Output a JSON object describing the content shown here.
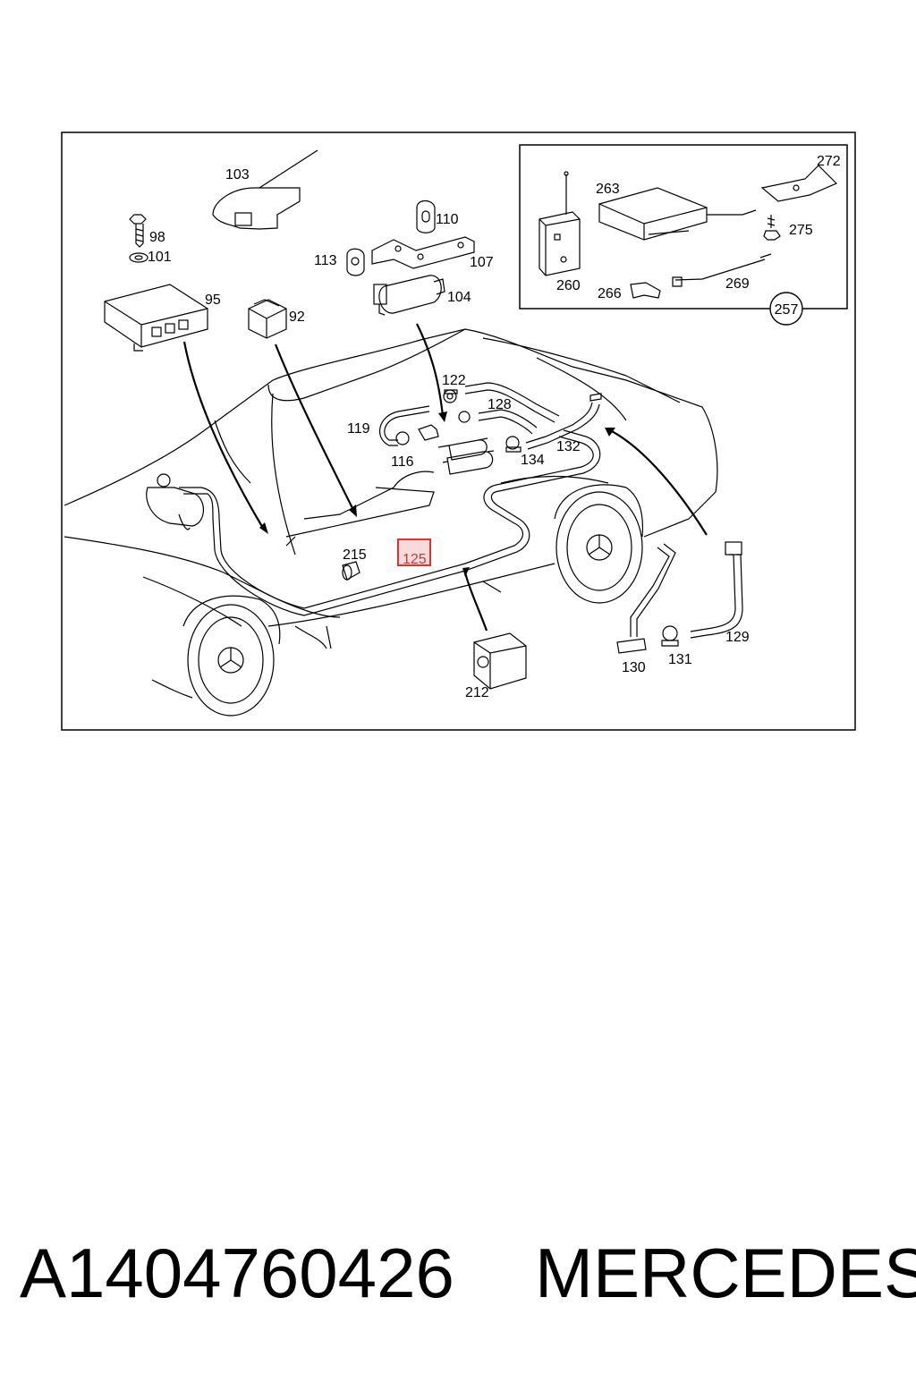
{
  "diagram": {
    "labels": {
      "p103": "103",
      "p98": "98",
      "p101": "101",
      "p95": "95",
      "p92": "92",
      "p113": "113",
      "p110": "110",
      "p107": "107",
      "p104": "104",
      "p122": "122",
      "p119": "119",
      "p128": "128",
      "p116": "116",
      "p132": "132",
      "p134": "134",
      "p215": "215",
      "p125": "125",
      "p212": "212",
      "p129": "129",
      "p130": "130",
      "p131": "131",
      "p263": "263",
      "p272": "272",
      "p275": "275",
      "p260": "260",
      "p266": "266",
      "p269": "269",
      "p257": "257"
    },
    "highlighted_part": "125",
    "highlight_color": "#e03030"
  },
  "caption": {
    "part_number": "A1404760426",
    "brand": "MERCEDES"
  }
}
